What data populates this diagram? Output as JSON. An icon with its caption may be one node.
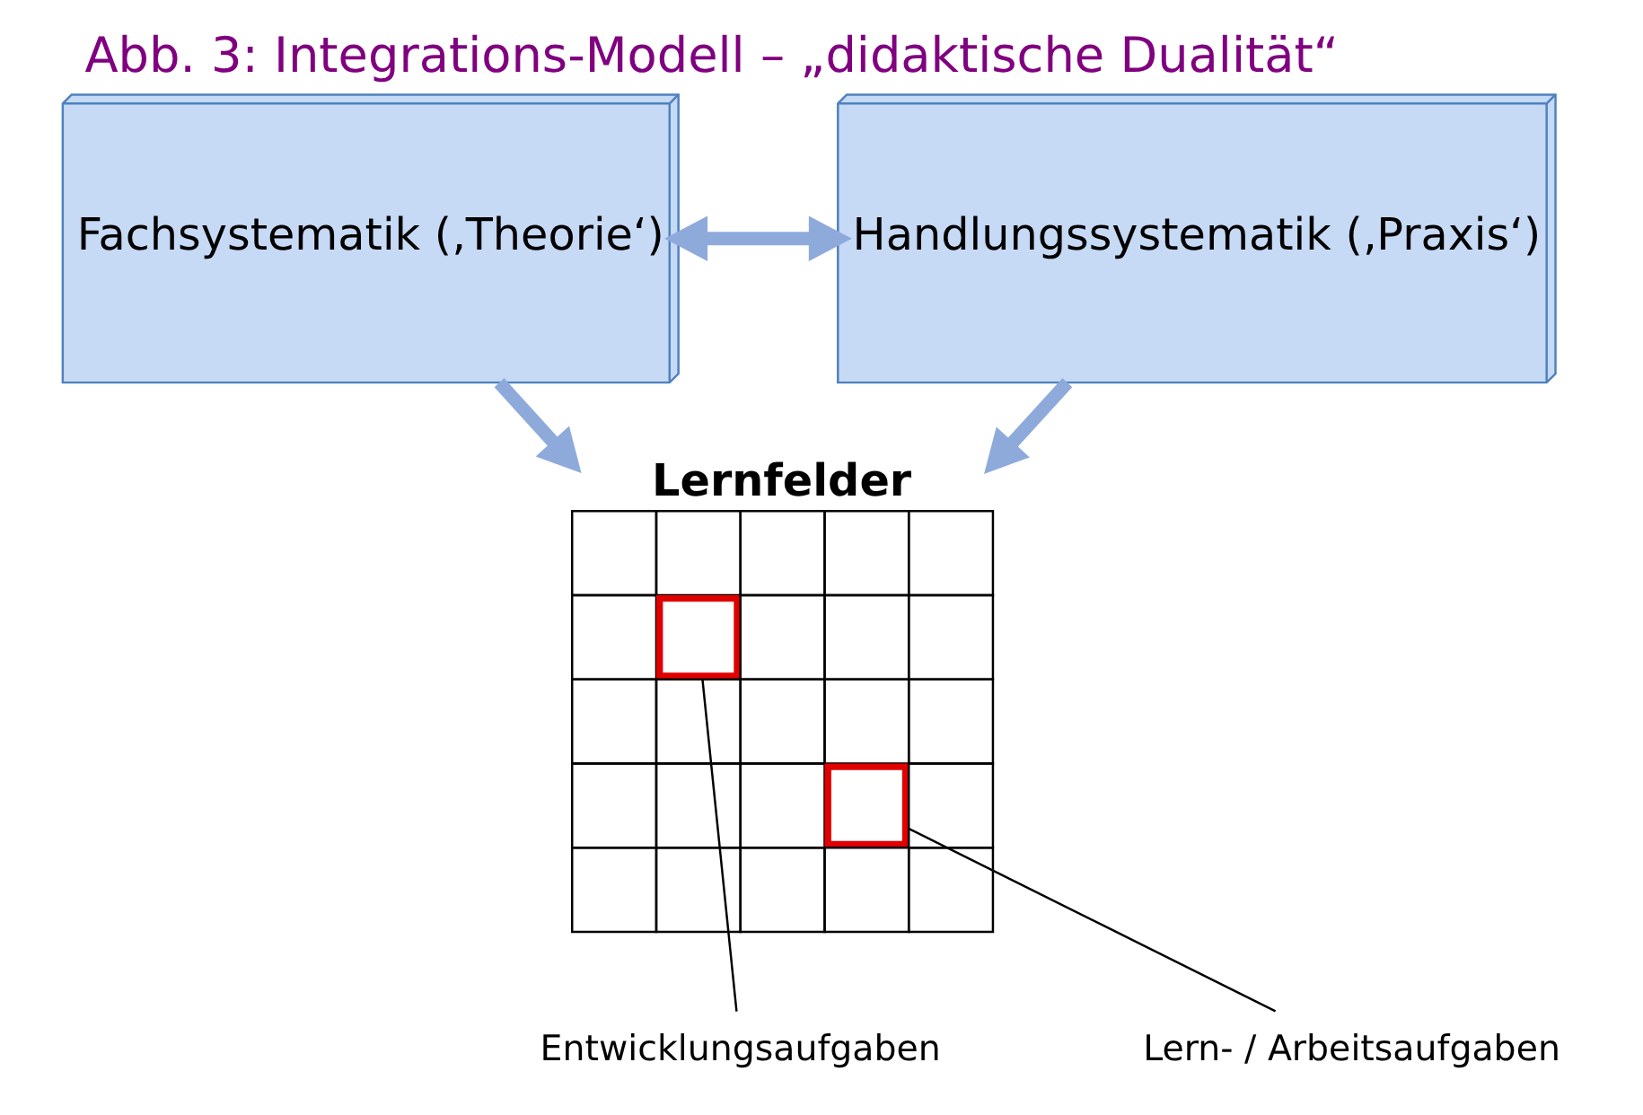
{
  "diagram": {
    "title": "Abb. 3: Integrations-Modell – „didaktische Dualität“",
    "nodes": [
      {
        "text": [
          "Fachsystematik (‚Theorie‘)"
        ]
      },
      {
        "text": [
          "Handlungssystematik (‚Praxis‘)"
        ]
      },
      {
        "text": [
          "Lernfelder"
        ]
      },
      {
        "text": [
          "Entwicklungsaufgaben"
        ]
      },
      {
        "text": [
          "Lern- / Arbeitsaufgaben"
        ]
      }
    ],
    "edges": [
      {
        "from": 0,
        "to": 1,
        "arrow": "both"
      },
      {
        "from": 0,
        "to": 2,
        "arrow": "to"
      },
      {
        "from": 1,
        "to": 2,
        "arrow": "to"
      },
      {
        "from": 3,
        "to": 2,
        "arrow": "none",
        "color": "#000000"
      },
      {
        "from": 4,
        "to": 2,
        "arrow": "none",
        "color": "#000000"
      }
    ]
  }
}
